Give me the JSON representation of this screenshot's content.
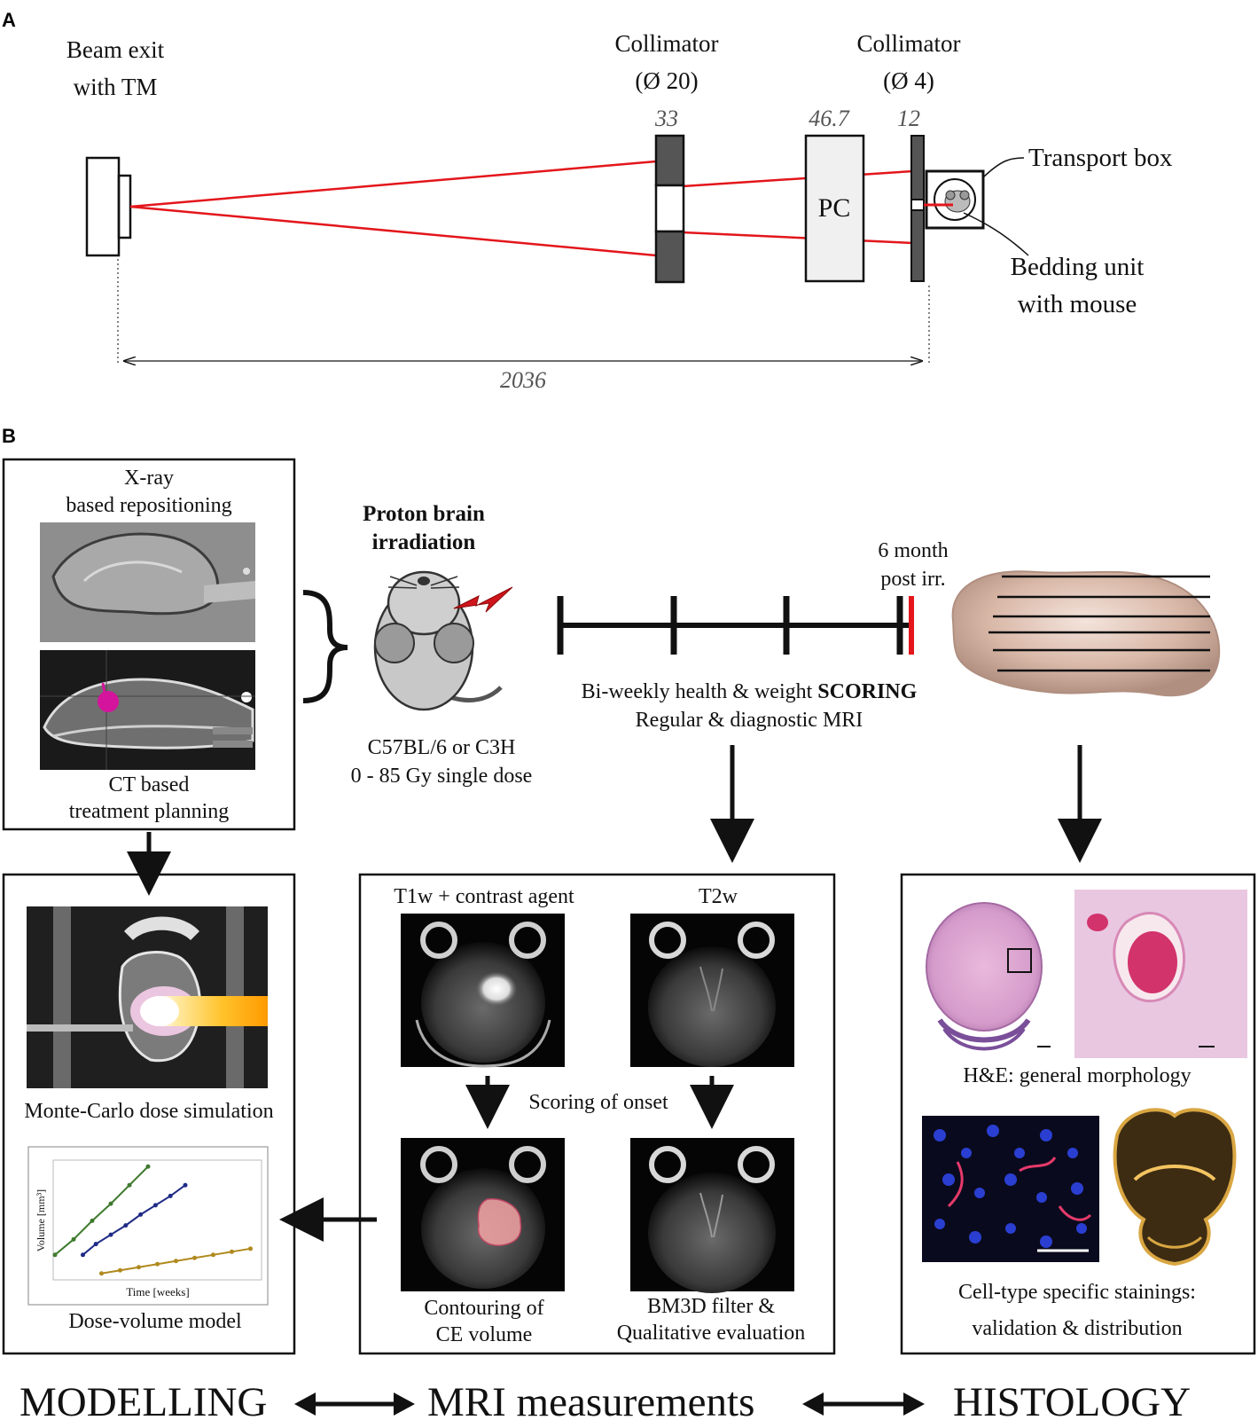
{
  "panel_a": {
    "label": "A",
    "beam_exit": [
      "Beam exit",
      "with TM"
    ],
    "collimator1": [
      "Collimator",
      "(Ø 20)"
    ],
    "collimator2": [
      "Collimator",
      "(Ø 4)"
    ],
    "dist1": "33",
    "dist2": "46.7",
    "dist3": "12",
    "pc": "PC",
    "transport_box": "Transport box",
    "bedding": [
      "Bedding unit",
      "with mouse"
    ],
    "total_distance": "2036"
  },
  "panel_b": {
    "label": "B",
    "xray": [
      "X-ray",
      "based repositioning"
    ],
    "ct": [
      "CT based",
      "treatment planning"
    ],
    "proton": [
      "Proton brain",
      "irradiation"
    ],
    "strain": [
      "C57BL/6 or C3H",
      "0 - 85 Gy single dose"
    ],
    "post_irr": [
      "6 month",
      "post irr."
    ],
    "scoring_prefix": "Bi-weekly health & weight ",
    "scoring_bold": "SCORING",
    "mri_line": "Regular & diagnostic MRI",
    "monte_carlo": "Monte-Carlo dose simulation",
    "plot_ylabel": "Volume [mm³]",
    "plot_xlabel": "Time [weeks]",
    "dose_volume": "Dose-volume model",
    "t1w": "T1w + contrast agent",
    "t2w": "T2w",
    "onset": "Scoring of onset",
    "contouring": [
      "Contouring of",
      "CE volume"
    ],
    "bm3d": [
      "BM3D filter &",
      "Qualitative evaluation"
    ],
    "he": "H&E: general morphology",
    "cell_type": [
      "Cell-type specific stainings:",
      "validation & distribution"
    ],
    "bottom_modelling": "MODELLING",
    "bottom_mri": "MRI measurements",
    "bottom_histology": "HISTOLOGY"
  },
  "colors": {
    "beam": "#e3161b",
    "collimator": "#555555",
    "tumor": "#d4149c",
    "bolt": "#d0151c"
  },
  "dose_volume_series": [
    {
      "color": "#3f7a2e",
      "points": [
        [
          0,
          0.15
        ],
        [
          1,
          0.25
        ],
        [
          2,
          0.37
        ],
        [
          3,
          0.48
        ],
        [
          4,
          0.6
        ],
        [
          5,
          0.72
        ]
      ]
    },
    {
      "color": "#1f2b86",
      "points": [
        [
          1.5,
          0.15
        ],
        [
          2.2,
          0.22
        ],
        [
          3,
          0.28
        ],
        [
          3.8,
          0.34
        ],
        [
          4.6,
          0.41
        ],
        [
          5.4,
          0.47
        ],
        [
          6.2,
          0.53
        ],
        [
          7,
          0.6
        ]
      ]
    },
    {
      "color": "#b08a1e",
      "points": [
        [
          2.5,
          0.03
        ],
        [
          3.5,
          0.05
        ],
        [
          4.5,
          0.07
        ],
        [
          5.5,
          0.09
        ],
        [
          6.5,
          0.11
        ],
        [
          7.5,
          0.13
        ],
        [
          8.5,
          0.15
        ],
        [
          9.5,
          0.17
        ],
        [
          10.5,
          0.19
        ]
      ]
    }
  ]
}
